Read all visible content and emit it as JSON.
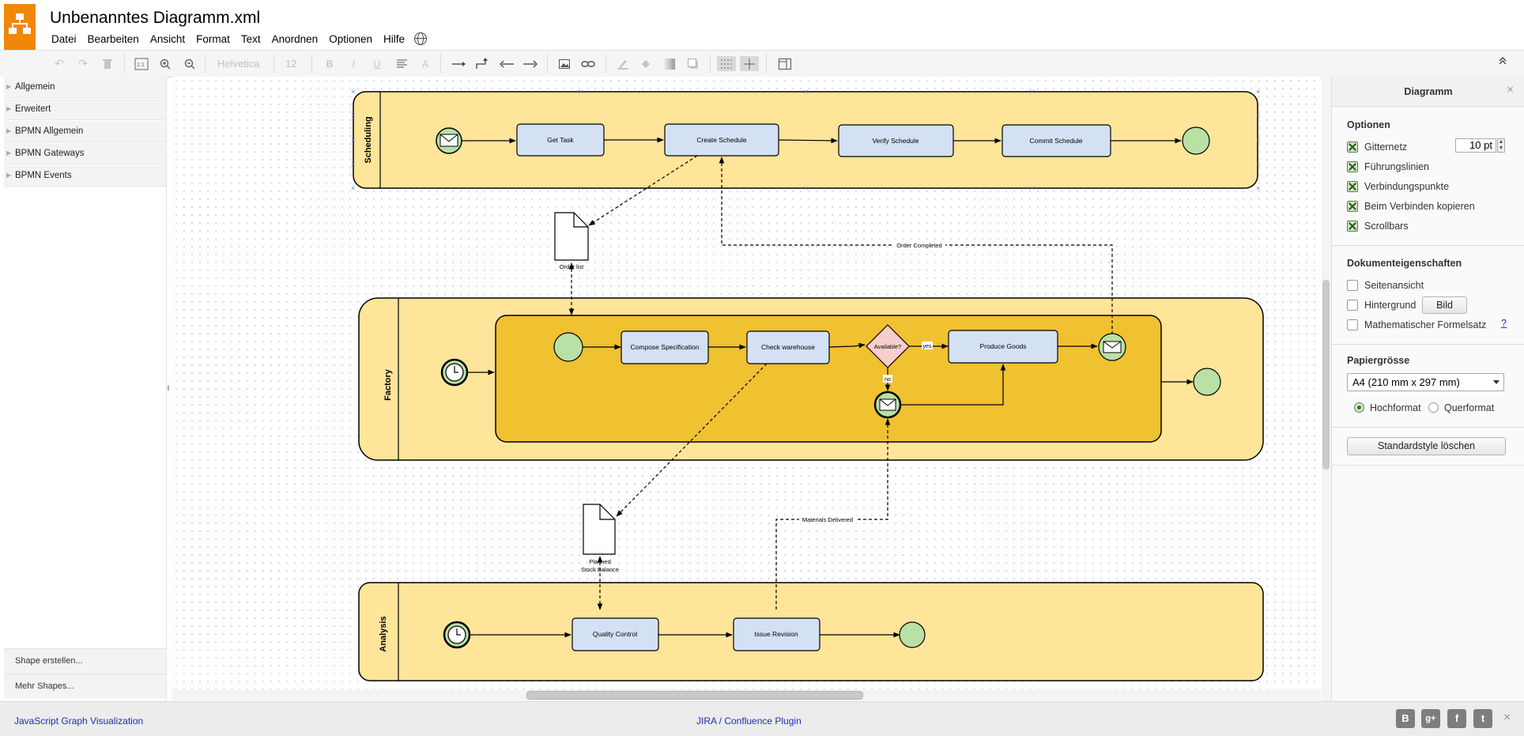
{
  "app": {
    "title": "Unbenanntes Diagramm.xml",
    "menu": [
      "Datei",
      "Bearbeiten",
      "Ansicht",
      "Format",
      "Text",
      "Anordnen",
      "Optionen",
      "Hilfe"
    ]
  },
  "toolbar": {
    "font_family": "Helvetica",
    "font_size": "12"
  },
  "sidebar": {
    "categories": [
      "Allgemein",
      "Erweitert",
      "BPMN Allgemein",
      "BPMN Gateways",
      "BPMN Events"
    ],
    "bottom": [
      "Shape erstellen...",
      "Mehr Shapes..."
    ]
  },
  "diagram": {
    "lanes": [
      "Scheduling",
      "Factory",
      "Analysis"
    ],
    "tasks": {
      "get_task": "Get Task",
      "create_schedule": "Create Schedule",
      "verify_schedule": "Verify Schedule",
      "commit_schedule": "Commit Schedule",
      "compose_specification": "Compose Specification",
      "check_warehouse": "Check warehouse",
      "produce_goods": "Produce Goods",
      "quality_control": "Quality Control",
      "issue_revision": "Issue Revision"
    },
    "gateway": "Available?",
    "documents": {
      "order_list": "Order list",
      "planned_stock_1": "Planned",
      "planned_stock_2": "Stock Balance"
    },
    "edge_labels": {
      "order_completed": "Order Completed",
      "materials_delivered": "Materials Delivered",
      "yes": "yes",
      "no": "no"
    }
  },
  "panel": {
    "tab": "Diagramm",
    "close": "×",
    "options_heading": "Optionen",
    "options": [
      {
        "label": "Gitternetz",
        "checked": true
      },
      {
        "label": "Führungslinien",
        "checked": true
      },
      {
        "label": "Verbindungspunkte",
        "checked": true
      },
      {
        "label": "Beim Verbinden kopieren",
        "checked": true
      },
      {
        "label": "Scrollbars",
        "checked": true
      }
    ],
    "grid_size": "10 pt",
    "doc_heading": "Dokumenteigenschaften",
    "doc_options": [
      {
        "label": "Seitenansicht",
        "checked": false
      },
      {
        "label": "Hintergrund",
        "checked": false
      },
      {
        "label": "Mathematischer Formelsatz",
        "checked": false
      }
    ],
    "image_button": "Bild",
    "help_link": "?",
    "paper_heading": "Papiergrösse",
    "paper_size": "A4 (210 mm x 297 mm)",
    "orientation": {
      "portrait": "Hochformat",
      "landscape": "Querformat",
      "selected": "portrait"
    },
    "reset_button": "Standardstyle löschen"
  },
  "footer": {
    "left_link": "JavaScript Graph Visualization",
    "center_link": "JIRA / Confluence Plugin",
    "close": "×"
  },
  "colors": {
    "lane_fill": "#fee599",
    "subprocess_fill": "#f0c130",
    "task_fill": "#d4e1f5",
    "event_fill": "#b9e0a5",
    "gateway_fill": "#f8cecc",
    "logo": "#f08705"
  }
}
